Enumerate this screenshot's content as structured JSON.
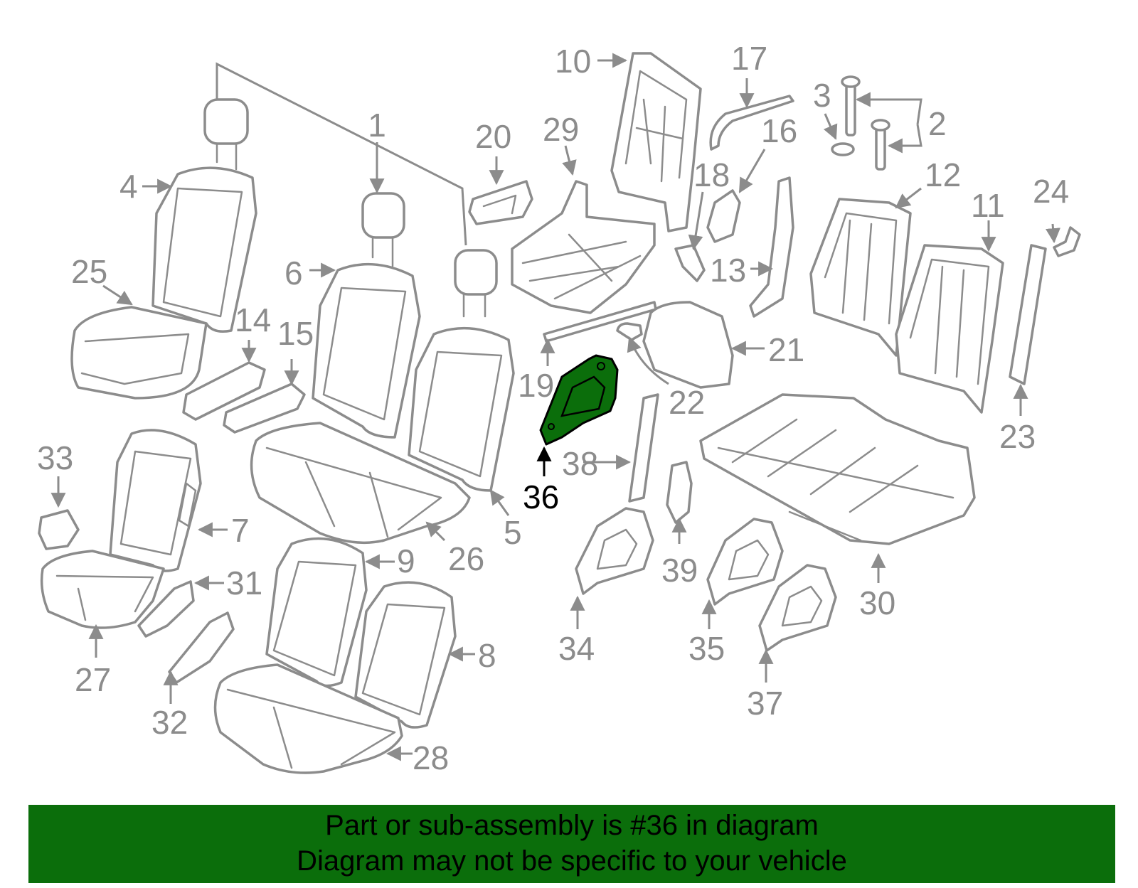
{
  "diagram": {
    "highlight_color": "#0b6e0b",
    "line_color": "#8c8c8c",
    "highlighted_part": "36",
    "callouts": [
      "1",
      "2",
      "3",
      "4",
      "5",
      "6",
      "7",
      "8",
      "9",
      "10",
      "11",
      "12",
      "13",
      "14",
      "15",
      "16",
      "17",
      "18",
      "19",
      "20",
      "21",
      "22",
      "23",
      "24",
      "25",
      "26",
      "27",
      "28",
      "29",
      "30",
      "31",
      "32",
      "33",
      "34",
      "35",
      "36",
      "37",
      "38",
      "39"
    ]
  },
  "banner": {
    "line1": "Part or sub-assembly is #36 in diagram",
    "line2": "Diagram may not be specific to your vehicle",
    "background": "#0b6e0b"
  }
}
